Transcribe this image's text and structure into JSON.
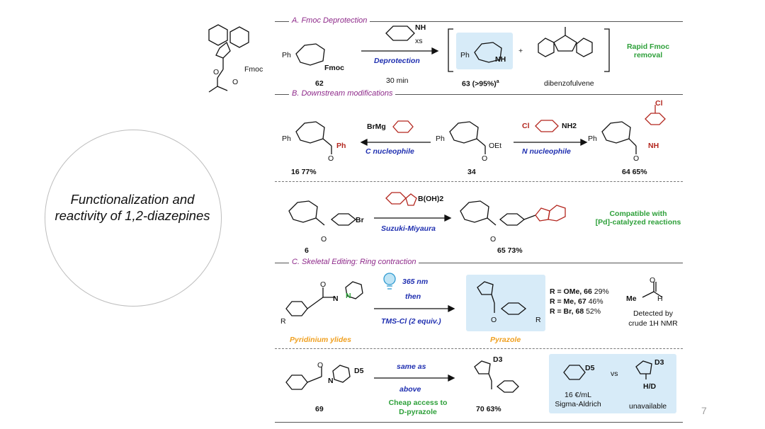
{
  "main_title": "Functionalization and reactivity of 1,2-diazepines",
  "page_number": "7",
  "fmoc_label": "Fmoc",
  "section_a": {
    "title": "A. Fmoc Deprotection",
    "sm_label": "62",
    "reagent_xs": "xs",
    "arrow_label": "Deprotection",
    "time": "30 min",
    "product_label": "63 (>95%)",
    "product_sup": "a",
    "byproduct": "dibenzofulvene",
    "plus": "+",
    "note_line1": "Rapid Fmoc",
    "note_line2": "removal"
  },
  "section_b": {
    "title": "B. Downstream modifications",
    "left_reagent": "BrMg",
    "left_arrow": "C nucleophile",
    "left_product": "16 77%",
    "center_label": "34",
    "right_reagent_cl": "Cl",
    "right_reagent_nh2": "NH2",
    "right_arrow": "N nucleophile",
    "right_product": "64 65%",
    "suzuki_sm": "6",
    "boronic": "B(OH)2",
    "suzuki_arrow": "Suzuki-Miyaura",
    "suzuki_product": "65 73%",
    "note_line1": "Compatible with",
    "note_line2": "[Pd]-catalyzed reactions"
  },
  "section_c": {
    "title": "C. Skeletal Editing: Ring contraction",
    "light": "365 nm",
    "then": "then",
    "tms": "TMS-Cl (2 equiv.)",
    "sm_caption": "Pyridinium ylides",
    "product_caption": "Pyrazole",
    "results": [
      {
        "r": "R = OMe, ",
        "n": "66",
        "y": " 29%"
      },
      {
        "r": "R = Me, ",
        "n": "67",
        "y": " 46%"
      },
      {
        "r": "R = Br, ",
        "n": "68",
        "y": " 52%"
      }
    ],
    "detected_line1": "Detected by",
    "detected_line2": "crude 1H NMR",
    "same_as": "same as",
    "above": "above",
    "cheap_line1": "Cheap access to",
    "cheap_line2": "D-pyrazole",
    "deut_sm": "69",
    "deut_product": "70 63%",
    "vs": "vs",
    "price": "16 €/mL",
    "supplier": "Sigma-Aldrich",
    "unavailable": "unavailable",
    "d5": "D5",
    "d3": "D3",
    "hd": "H/D"
  }
}
